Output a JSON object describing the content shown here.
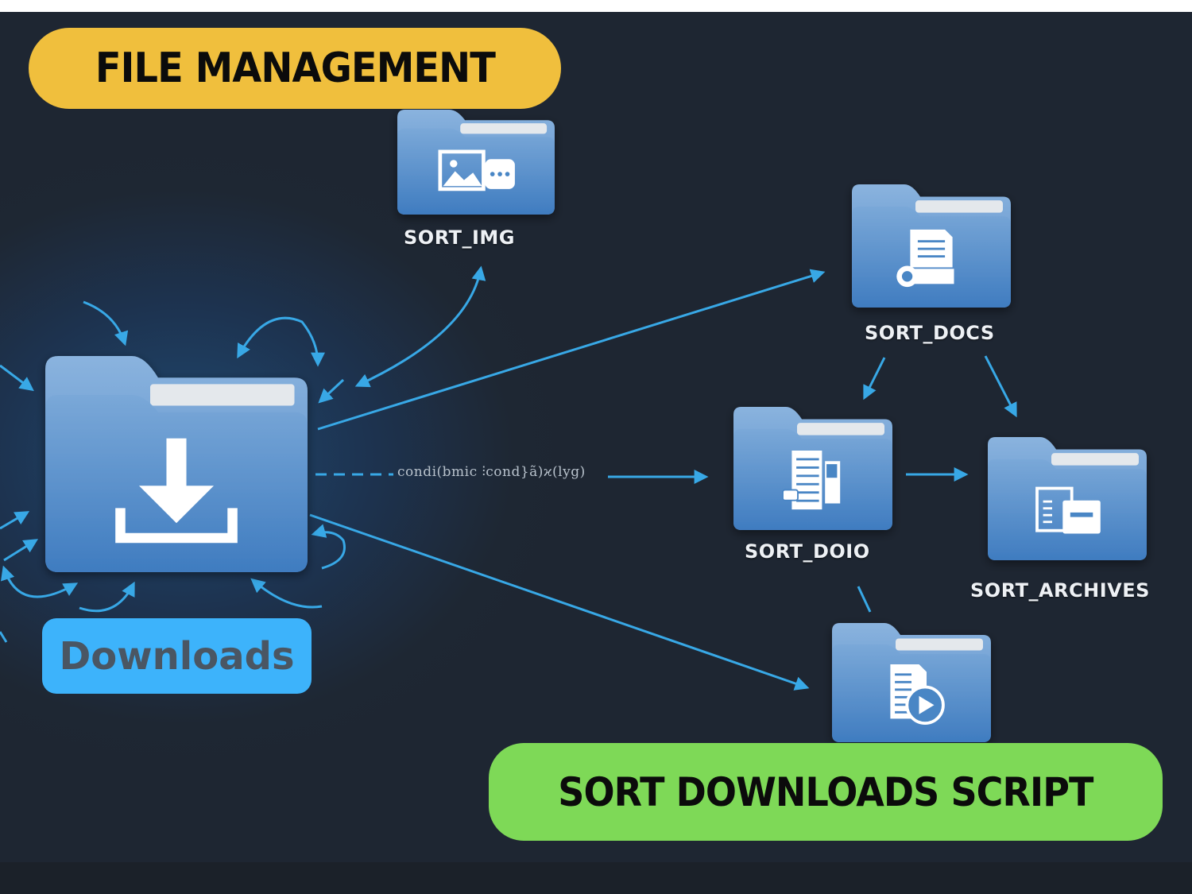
{
  "title_badge": "FILE MANAGEMENT",
  "source_badge": "Downloads",
  "footer_badge": "SORT DOWNLOADS SCRIPT",
  "code_snippet": "condi(bmic ⫶cond}ã)ϰ(lyg)",
  "folders": {
    "downloads": {
      "icon": "download-icon"
    },
    "sort_img": {
      "label": "SORT_IMG",
      "icon": "image-chat-icon"
    },
    "sort_docs": {
      "label": "SORT_DOCS",
      "icon": "document-disc-icon"
    },
    "sort_doio": {
      "label": "SORT_DOIO",
      "icon": "document-chat-icon"
    },
    "sort_archives": {
      "label": "SORT_ARCHIVES",
      "icon": "archive-icon"
    },
    "sort_media": {
      "label": "",
      "icon": "document-play-icon"
    }
  },
  "colors": {
    "background": "#1e2733",
    "folder_blue": "#4a86c5",
    "arrow_blue": "#38a8e6",
    "title_yellow": "#f0bf3d",
    "downloads_blue": "#3db3fb",
    "script_green": "#7ed957"
  }
}
